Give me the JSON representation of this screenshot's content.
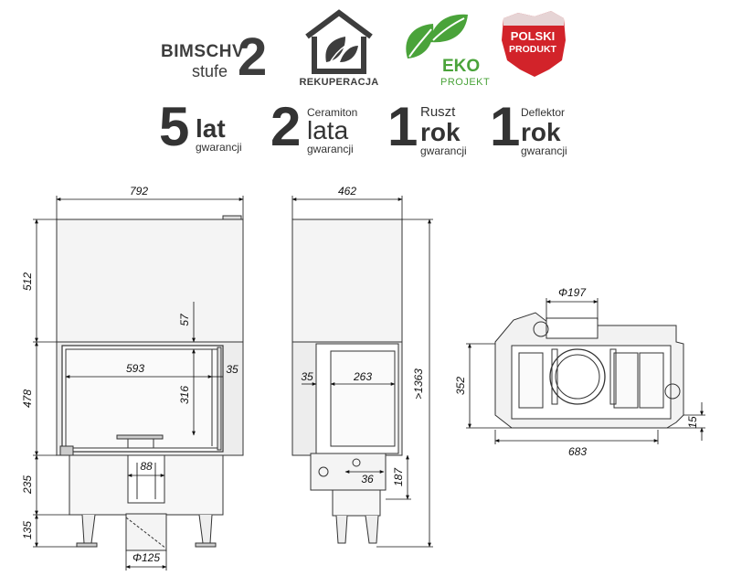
{
  "logos": {
    "bimschv": {
      "line1": "BIMSCHV",
      "line2": "stufe",
      "number": "2"
    },
    "rekuperacja": {
      "caption": "REKUPERACJA",
      "icon": "house-leaf-icon"
    },
    "eko": {
      "line1": "EKO",
      "line2": "PROJEKT",
      "icon": "leaves-icon",
      "color": "#4aa33a"
    },
    "polski": {
      "line1": "POLSKI",
      "line2": "PRODUKT",
      "color": "#d2232a"
    }
  },
  "guarantees": [
    {
      "number": "5",
      "word": "lat",
      "caption": "gwarancji"
    },
    {
      "number": "2",
      "title": "Ceramiton",
      "word": "lata",
      "caption": "gwarancji"
    },
    {
      "number": "1",
      "title": "Ruszt",
      "word": "rok",
      "caption": "gwarancji"
    },
    {
      "number": "1",
      "title": "Deflektor",
      "word": "rok",
      "caption": "gwarancji"
    }
  ],
  "dimensions": {
    "front_width": "792",
    "front_upper_height": "512",
    "front_glass_height": "478",
    "front_base_height": "235",
    "front_leg_height": "135",
    "front_top_gap": "57",
    "front_glass_width": "593",
    "front_glass_side": "35",
    "front_glass_inner_height": "316",
    "front_air_inlet": "88",
    "front_flue": "Φ125",
    "side_depth": "462",
    "side_total_height": ">1363",
    "side_frame": "35",
    "side_glass_width": "263",
    "side_inlet": "36",
    "side_inlet_height": "187",
    "top_flue": "Φ197",
    "top_depth": "352",
    "top_width": "683",
    "top_offset": "15"
  }
}
